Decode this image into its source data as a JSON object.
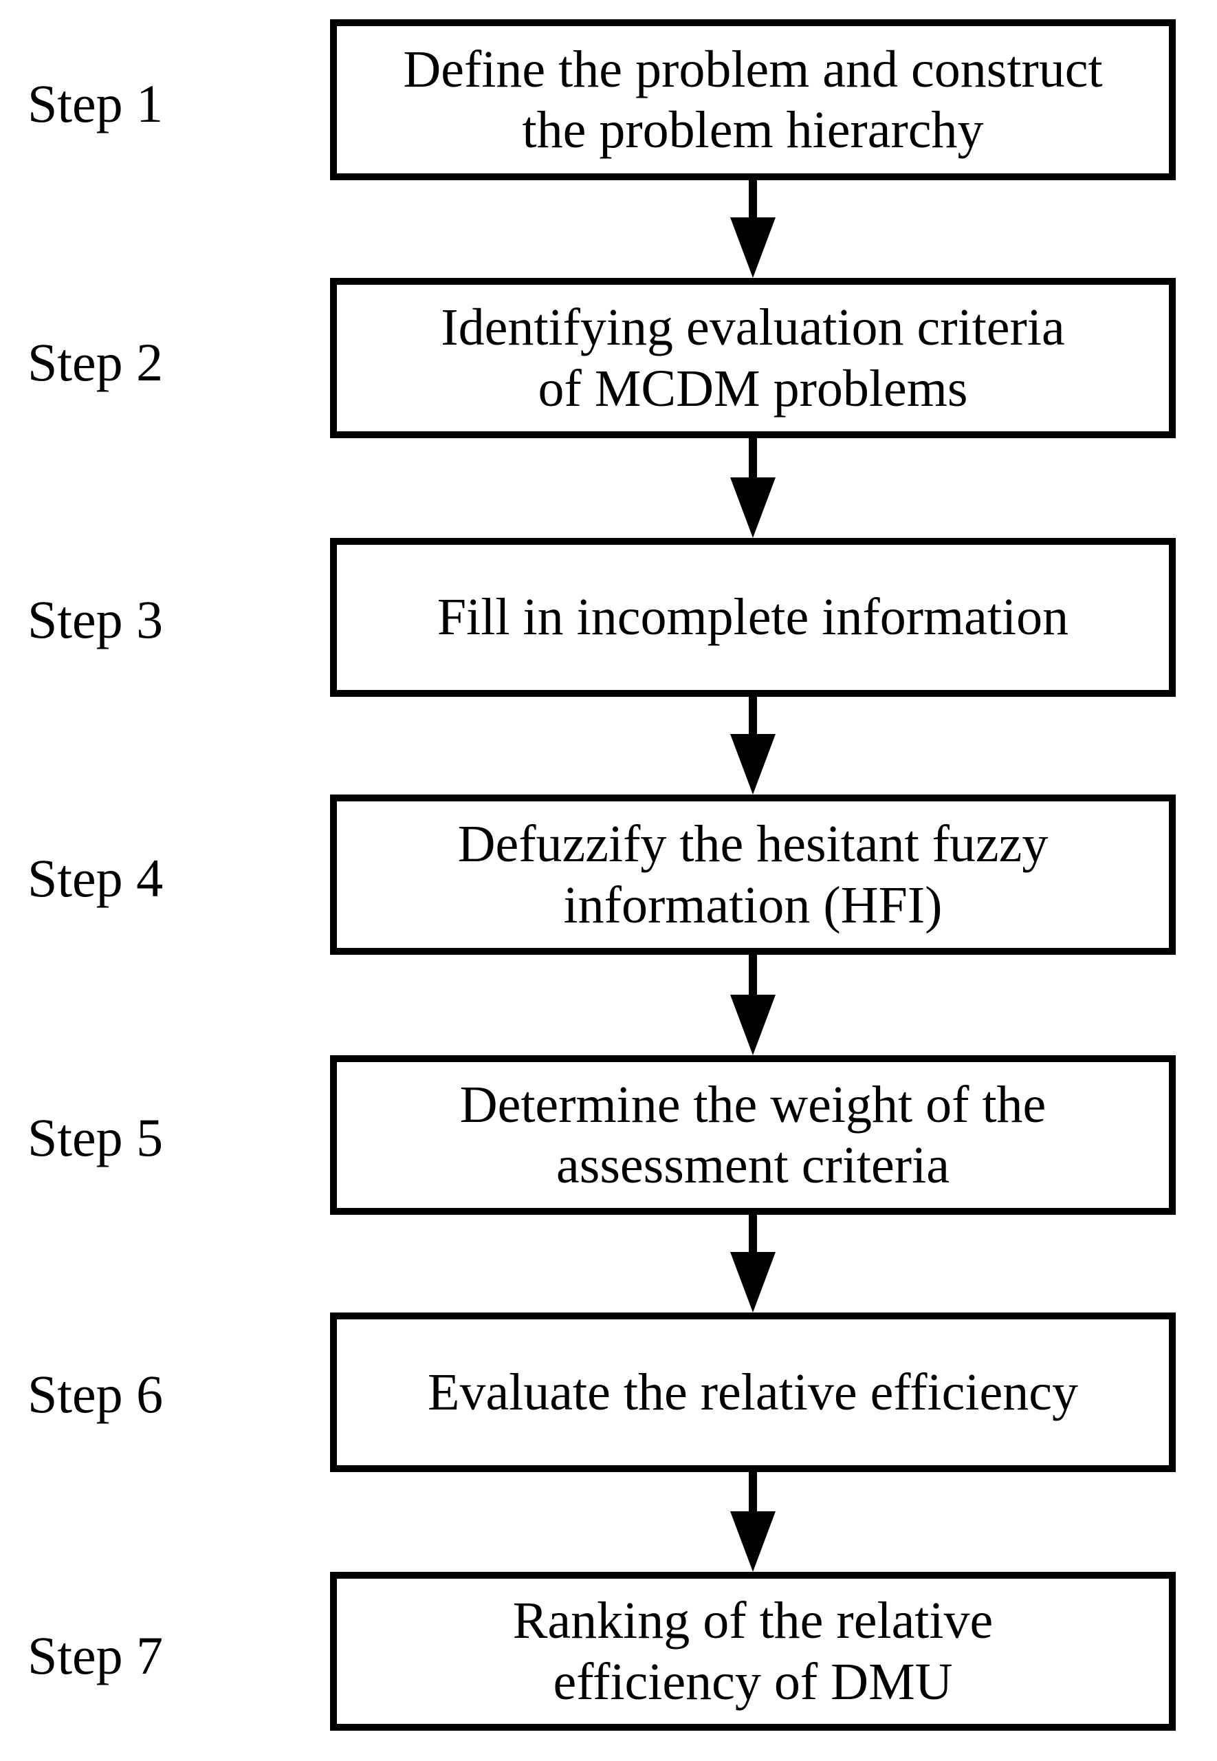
{
  "diagram": {
    "type": "flowchart",
    "orientation": "vertical",
    "colors": {
      "background": "#ffffff",
      "stroke": "#000000",
      "text": "#000000",
      "box_fill": "#ffffff"
    },
    "steps": [
      {
        "label": "Step 1",
        "lines": [
          "Define the problem and construct",
          "the problem hierarchy"
        ]
      },
      {
        "label": "Step 2",
        "lines": [
          "Identifying evaluation criteria",
          "of MCDM problems"
        ]
      },
      {
        "label": "Step 3",
        "lines": [
          "Fill in incomplete information"
        ]
      },
      {
        "label": "Step 4",
        "lines": [
          "Defuzzify the hesitant fuzzy",
          "information (HFI)"
        ]
      },
      {
        "label": "Step 5",
        "lines": [
          "Determine the weight of the",
          "assessment criteria"
        ]
      },
      {
        "label": "Step 6",
        "lines": [
          "Evaluate the relative efficiency"
        ]
      },
      {
        "label": "Step 7",
        "lines": [
          "Ranking of the relative",
          "efficiency of DMU"
        ]
      }
    ],
    "connectors": [
      {
        "name": "arrow-step1-to-step2",
        "icon": "down-arrow-icon"
      },
      {
        "name": "arrow-step2-to-step3",
        "icon": "down-arrow-icon"
      },
      {
        "name": "arrow-step3-to-step4",
        "icon": "down-arrow-icon"
      },
      {
        "name": "arrow-step4-to-step5",
        "icon": "down-arrow-icon"
      },
      {
        "name": "arrow-step5-to-step6",
        "icon": "down-arrow-icon"
      },
      {
        "name": "arrow-step6-to-step7",
        "icon": "down-arrow-icon"
      }
    ]
  }
}
